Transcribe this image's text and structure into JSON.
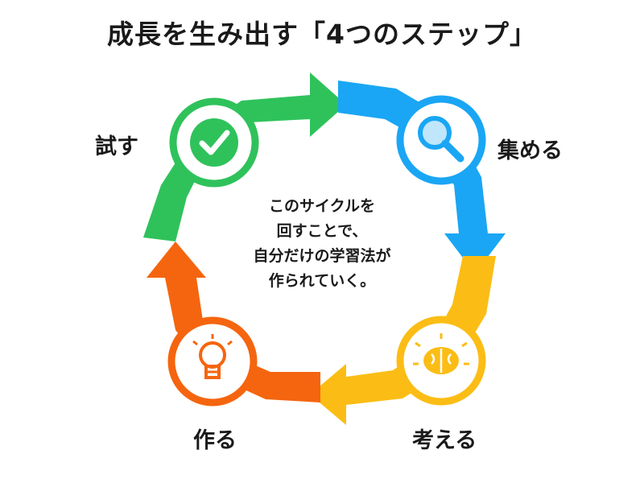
{
  "title": "成長を生み出す「4つのステップ」",
  "steps": {
    "try": {
      "label": "試す",
      "color": "#2fc25b",
      "icon": "check-icon"
    },
    "collect": {
      "label": "集める",
      "color": "#1aa6f4",
      "icon": "magnifier-icon"
    },
    "think": {
      "label": "考える",
      "color": "#fbbd15",
      "icon": "brain-icon"
    },
    "make": {
      "label": "作る",
      "color": "#f5650f",
      "icon": "lightbulb-icon"
    }
  },
  "center": {
    "lines": [
      "このサイクルを",
      "回すことで、",
      "自分だけの学習法が",
      "作られていく。"
    ]
  }
}
